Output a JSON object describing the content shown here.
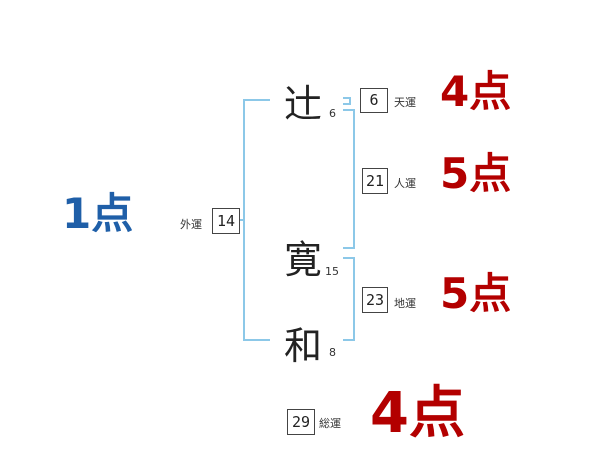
{
  "name_chars": [
    {
      "char": "辻",
      "strokes": "6"
    },
    {
      "char": "寛",
      "strokes": "15"
    },
    {
      "char": "和",
      "strokes": "8"
    }
  ],
  "fortunes": {
    "ten": {
      "label": "天運",
      "value": "6",
      "score": "4点"
    },
    "jin": {
      "label": "人運",
      "value": "21",
      "score": "5点"
    },
    "chi": {
      "label": "地運",
      "value": "23",
      "score": "5点"
    },
    "gai": {
      "label": "外運",
      "value": "14",
      "score": "1点"
    },
    "sou": {
      "label": "総運",
      "value": "29",
      "score": "4点"
    }
  },
  "colors": {
    "bracket": "#8cc8e8",
    "score_red": "#b30000",
    "score_blue": "#1f5fa8"
  }
}
